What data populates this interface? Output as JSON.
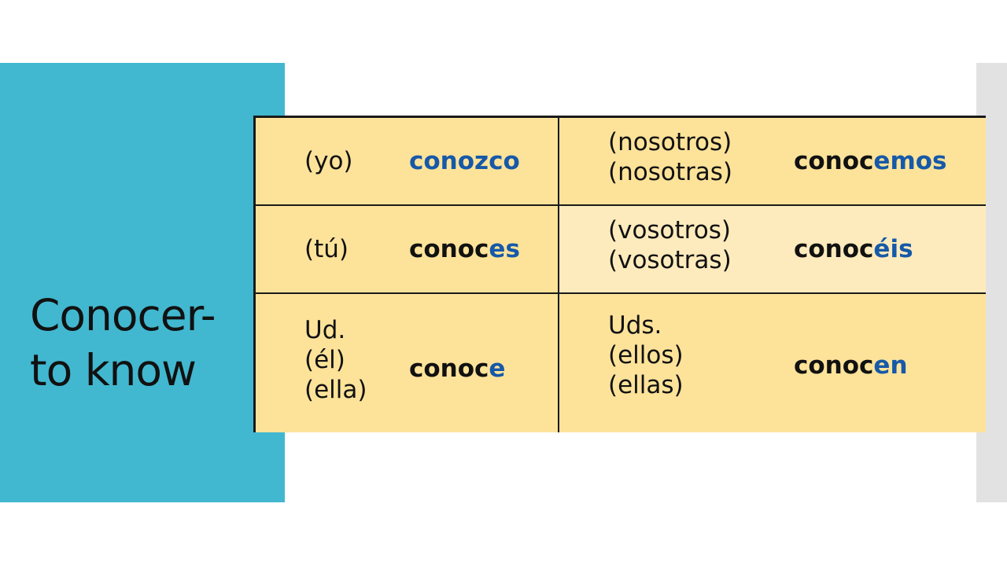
{
  "slide": {
    "title_line1": "Conocer-",
    "title_line2": "to know"
  },
  "colors": {
    "panel": "#41b8d0",
    "table_fill": "#fde399",
    "table_fill_light": "#fdebbd",
    "ending_blue": "#1659a8"
  },
  "table": {
    "rows": [
      {
        "singular_pronoun": [
          "(yo)"
        ],
        "singular_verb": {
          "stem": "",
          "ending": "conozco"
        },
        "plural_pronoun": [
          "(nosotros)",
          "(nosotras)"
        ],
        "plural_verb": {
          "stem": "conoc",
          "ending": "emos"
        }
      },
      {
        "singular_pronoun": [
          "(tú)"
        ],
        "singular_verb": {
          "stem": "conoc",
          "ending": "es"
        },
        "plural_pronoun": [
          "(vosotros)",
          "(vosotras)"
        ],
        "plural_verb": {
          "stem": "conoc",
          "ending": "éis"
        }
      },
      {
        "singular_pronoun": [
          "Ud.",
          "(él)",
          "(ella)"
        ],
        "singular_verb": {
          "stem": "conoc",
          "ending": "e"
        },
        "plural_pronoun": [
          "Uds.",
          "(ellos)",
          "(ellas)"
        ],
        "plural_verb": {
          "stem": "conoc",
          "ending": "en"
        }
      }
    ]
  }
}
